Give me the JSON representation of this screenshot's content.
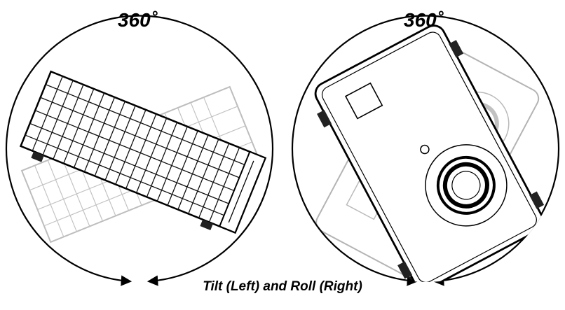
{
  "left_diagram": {
    "angle_label": "360˚"
  },
  "right_diagram": {
    "angle_label": "360˚"
  },
  "caption": "Tilt (Left) and Roll (Right)"
}
